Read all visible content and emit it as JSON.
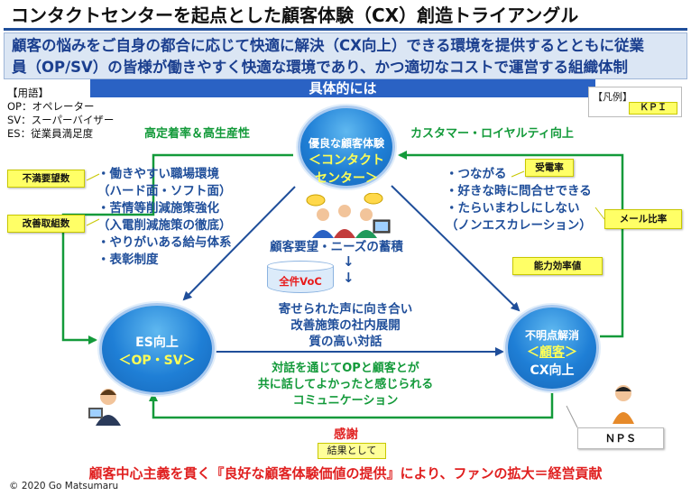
{
  "title": "コンタクトセンターを起点とした顧客体験（CX）創造トライアングル",
  "lead": {
    "line1": "顧客の悩みをご自身の都合に応じて快適に解決（CX向上）できる環境を提供するとともに従業",
    "line2": "員（OP/SV）の皆様が働きやすく快適な環境であり、かつ適切なコストで運営する組織体制"
  },
  "banner": "具体的には",
  "glossary": {
    "heading": "【用語】",
    "items": [
      "OP：オペレーター",
      "SV：スーパーバイザー",
      "ES：従業員満足度"
    ]
  },
  "legend": {
    "label": "【凡例】",
    "kpi": "ＫＰＩ"
  },
  "top_left_label": "高定着率＆高生産性",
  "top_right_label": "カスタマー・ロイヤルティ向上",
  "circles": {
    "top": {
      "line1": "優良な顧客体験",
      "line2": "＜コンタクト",
      "line3": "センター＞"
    },
    "left": {
      "line1": "ES向上",
      "line2": "＜OP・SV＞"
    },
    "right": {
      "line1": "不明点解消",
      "line2_a": "＜",
      "line2_b": "顧客",
      "line2_c": "＞",
      "line3": "CX向上"
    }
  },
  "left_list": [
    "・働きやすい職場環境",
    "（ハード面・ソフト面）",
    "・苦情等削減施策強化",
    "（入電削減施策の徹底）",
    "・やりがいある給与体系",
    "・表彰制度"
  ],
  "right_list": [
    "・つながる",
    "・好きな時に問合せできる",
    "・たらいまわしにしない",
    "（ノンエスカレーション）"
  ],
  "center": {
    "accumulate": "顧客要望・ニーズの蓄積",
    "arrow": "↓",
    "db_label": "全件VoC",
    "voice_line1": "寄せられた声に向き合い",
    "voice_line2": "改善施策の社内展開",
    "voice_line3": "質の高い対話"
  },
  "bottom_green": {
    "line1": "対話を通じてOPと顧客とが",
    "line2": "共に話してよかったと感じられる",
    "line3": "コミュニケーション"
  },
  "kpis": {
    "dissatisfaction": "不満要望数",
    "improvements": "改善取組数",
    "answer_rate": "受電率",
    "mail_ratio": "メール比率",
    "efficiency": "能力効率値",
    "nps": "ＮＰＳ"
  },
  "thanks": "感謝",
  "result": "結果として",
  "conclusion": "顧客中心主義を貫く『良好な顧客体験価値の提供』により、ファンの拡大＝経営貢献",
  "copyright": "© 2020 Go Matsumaru"
}
